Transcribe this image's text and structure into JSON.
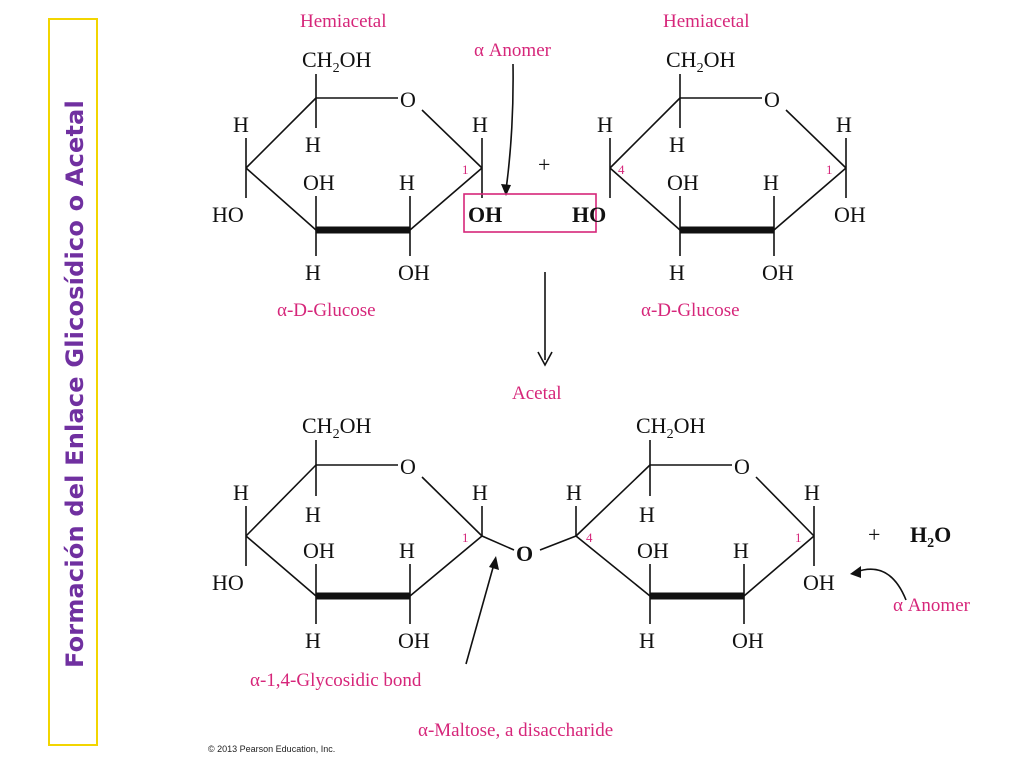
{
  "side_title": "Formación del Enlace Glicosídico o Acetal",
  "labels": {
    "hemiacetal": "Hemiacetal",
    "anomer": "α Anomer",
    "glucose": "α-D-Glucose",
    "acetal": "Acetal",
    "bond": "α-1,4-Glycosidic bond",
    "maltose": "α-Maltose, a disaccharide",
    "plus": "+",
    "water_h": "H",
    "water_sub": "2",
    "water_o": "O",
    "copyright": "© 2013 Pearson Education, Inc."
  },
  "atoms": {
    "ch2": "CH",
    "sub2": "2",
    "oh_tail": "OH",
    "ring_o": "O",
    "h": "H",
    "oh": "OH",
    "ho": "HO",
    "o_link": "O",
    "c1": "1",
    "c4": "4"
  },
  "colors": {
    "title": "#7030a0",
    "accent": "#d6267a",
    "title_border": "#f2d500"
  }
}
